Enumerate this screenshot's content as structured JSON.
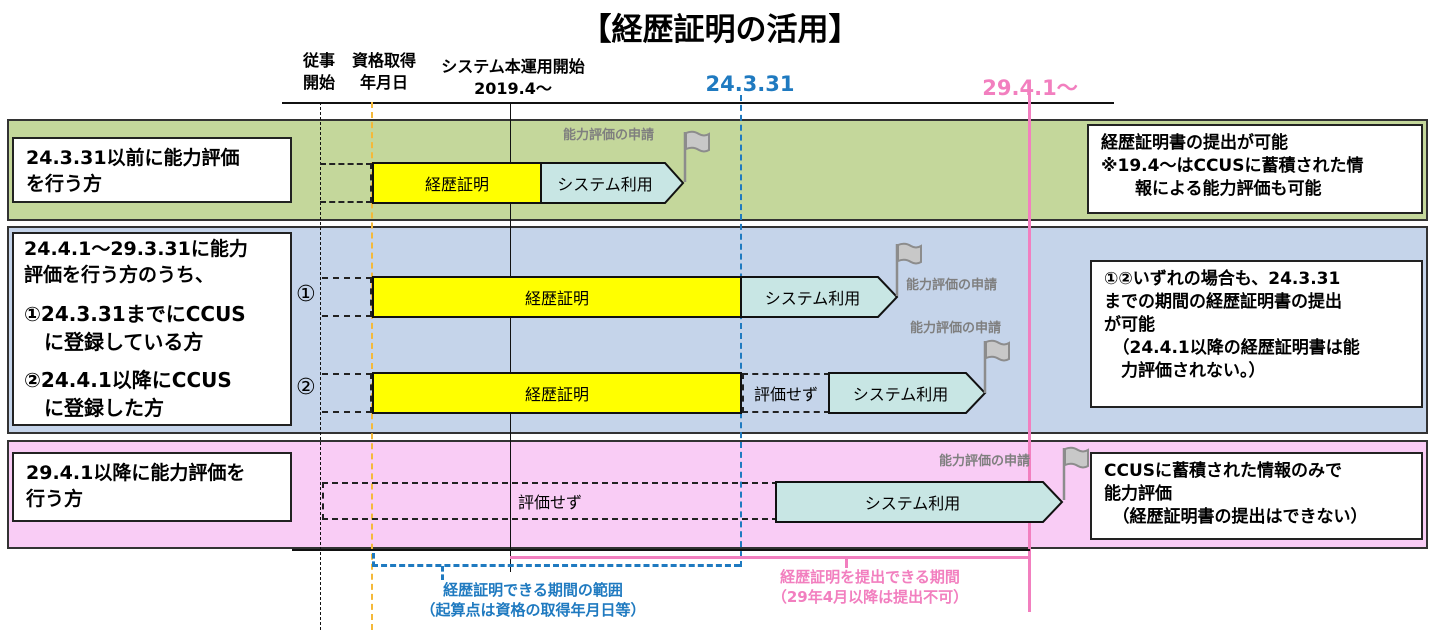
{
  "title": "【経歴証明の活用】",
  "header": {
    "col1": "従事\n開始",
    "col2": "資格取得\n年月日",
    "col3": "システム本運用開始\n2019.4～",
    "date_blue": "24.3.31",
    "date_pink": "29.4.1～"
  },
  "band1": {
    "left_text": "24.3.31以前に能力評価\nを行う方",
    "bar_yellow": "経歴証明",
    "bar_arrow": "システム利用",
    "flag_label": "能力評価の申請",
    "right_text": "経歴証明書の提出が可能\n※19.4～はCCUSに蓄積された情\n　　報による能力評価も可能"
  },
  "band2": {
    "left_text_1": "24.4.1～29.3.31に能力\n評価を行う方のうち、",
    "left_text_2": "①24.3.31までにCCUS\n　に登録している方",
    "left_text_3": "②24.4.1以降にCCUS\n　に登録した方",
    "row1_marker": "①",
    "row2_marker": "②",
    "row1_yellow": "経歴証明",
    "row1_arrow": "システム利用",
    "row1_flag": "能力評価の申請",
    "row2_yellow": "経歴証明",
    "row2_dash": "評価せず",
    "row2_arrow": "システム利用",
    "row2_flag": "能力評価の申請",
    "right_text": "①②いずれの場合も、24.3.31\nまでの期間の経歴証明書の提出\nが可能\n　（24.4.1以降の経歴証明書は能\n　力評価されない。）"
  },
  "band3": {
    "left_text": "29.4.1以降に能力評価を\n行う方",
    "dash_text": "評価せず",
    "bar_arrow": "システム利用",
    "flag_label": "能力評価の申請",
    "right_text": "CCUSに蓄積された情報のみで\n能力評価\n　（経歴証明書の提出はできない）"
  },
  "ranges": {
    "blue": "経歴証明できる期間の範囲\n（起算点は資格の取得年月日等）",
    "pink": "経歴証明を提出できる期間\n（29年4月以降は提出不可）"
  },
  "colors": {
    "band1_bg": "#c4d79b",
    "band2_bg": "#c5d4ea",
    "band3_bg": "#f9ccf5",
    "yellow": "#ffff00",
    "system_arrow": "#c8e6e4",
    "blue": "#1f7ac0",
    "pink": "#f27fbf",
    "flag_gray": "#8c8c8c",
    "timeline_orange": "#f4b93a"
  },
  "icons": {
    "flag": "flag-icon",
    "arrow": "arrow-pentagon-shape"
  }
}
